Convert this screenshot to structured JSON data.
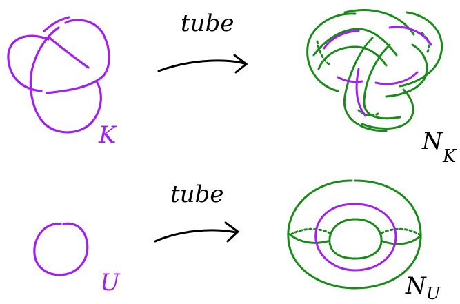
{
  "labels": {
    "knot": "K",
    "unknot": "U",
    "arrow_top": "tube",
    "arrow_bottom": "tube",
    "nk_main": "N",
    "nk_sub": "K",
    "nu_main": "N",
    "nu_sub": "U"
  },
  "colors": {
    "knot": "#a020f0",
    "tube": "#1a8a1a",
    "ink": "#000000"
  }
}
